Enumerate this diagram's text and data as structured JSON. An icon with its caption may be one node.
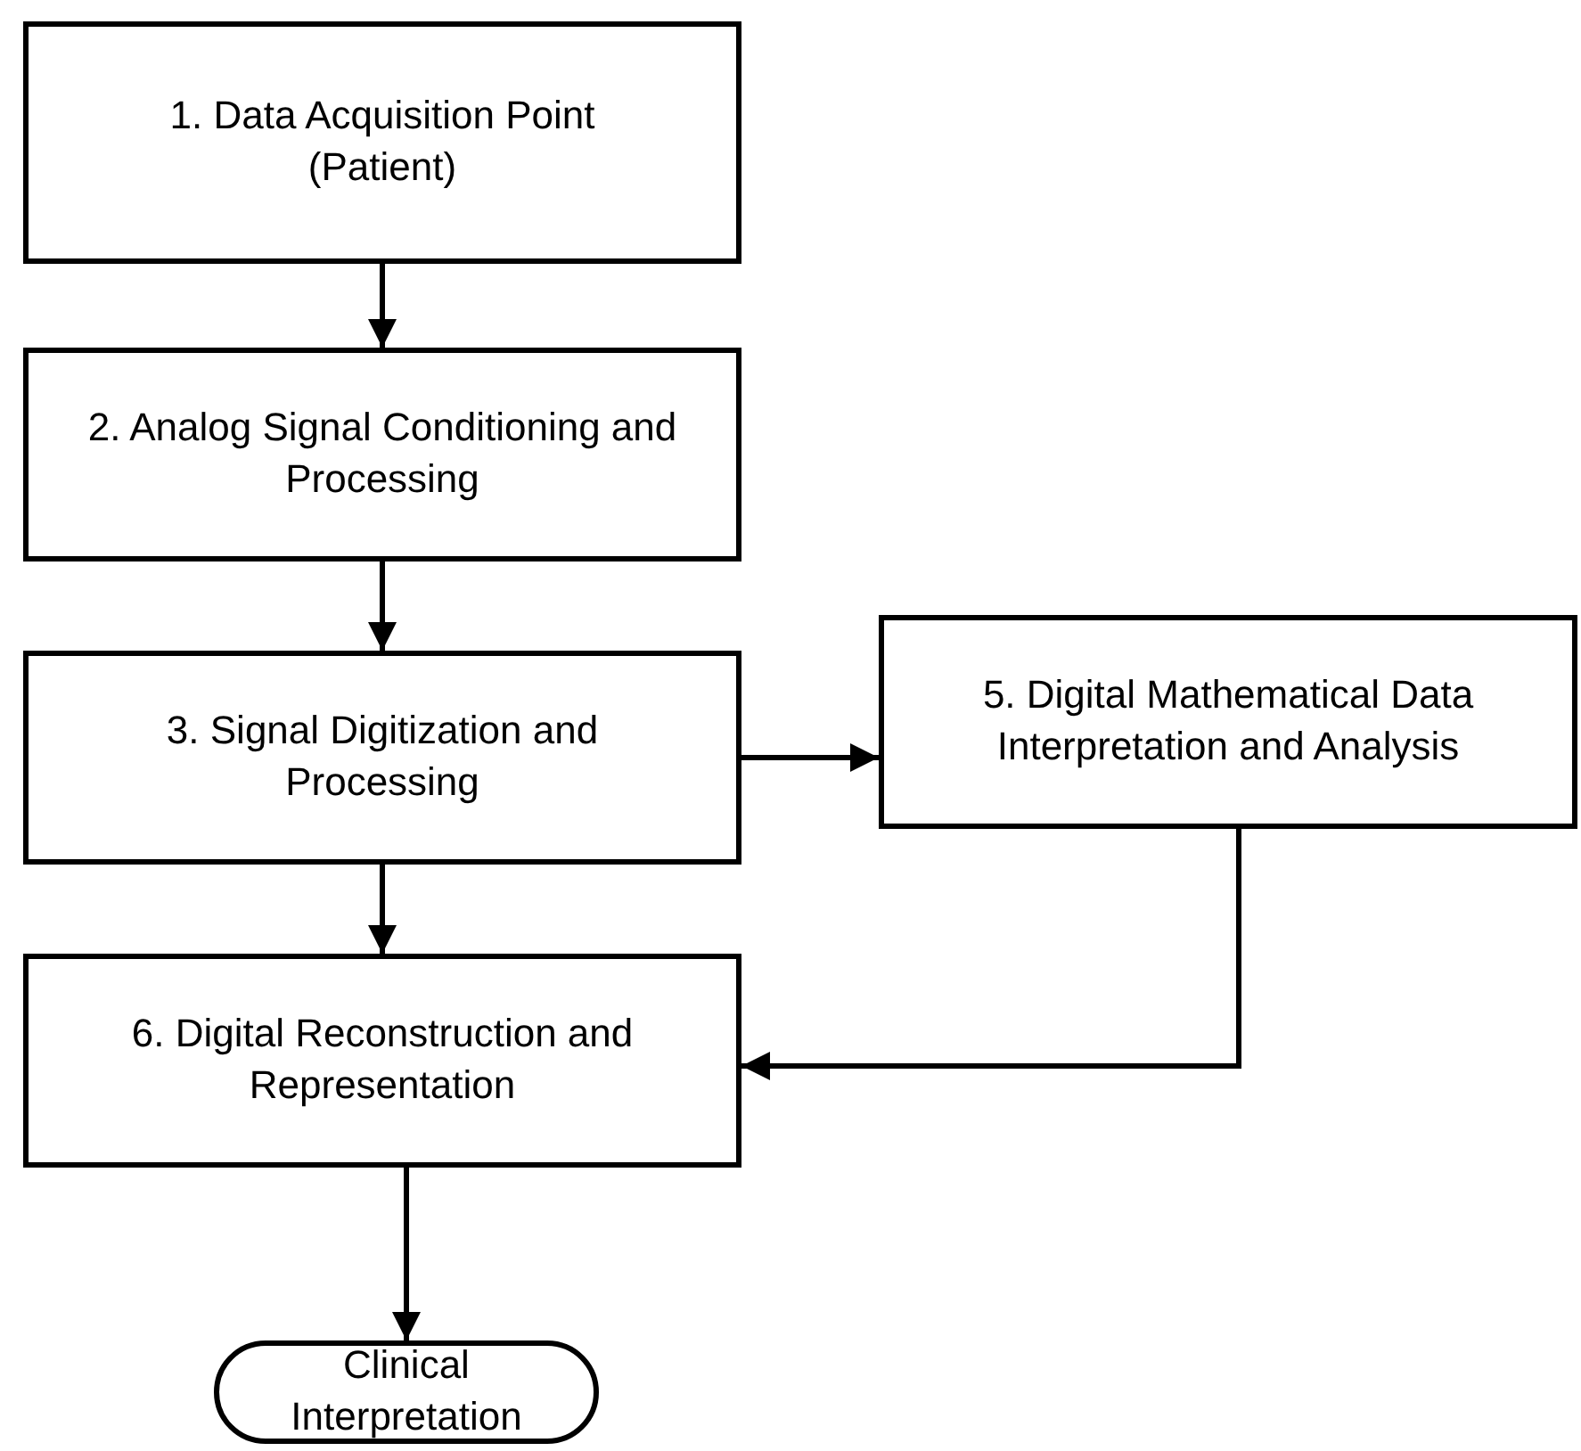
{
  "diagram": {
    "nodes": [
      {
        "text": [
          "1. Data Acquisition Point (Patient)"
        ]
      },
      {
        "text": [
          "2. Analog Signal Conditioning and Processing"
        ]
      },
      {
        "text": [
          "3. Signal Digitization and Processing"
        ]
      },
      {
        "text": [
          "5. Digital Mathematical Data Interpretation and Analysis"
        ]
      },
      {
        "text": [
          "6. Digital Reconstruction and Representation"
        ]
      },
      {
        "text": [
          "Clinical Interpretation"
        ]
      }
    ],
    "edges": [
      {
        "from": 0,
        "to": 1,
        "arrow": "to"
      },
      {
        "from": 1,
        "to": 2,
        "arrow": "to"
      },
      {
        "from": 2,
        "to": 3,
        "arrow": "to"
      },
      {
        "from": 2,
        "to": 4,
        "arrow": "to"
      },
      {
        "from": 3,
        "to": 4,
        "arrow": "to"
      },
      {
        "from": 4,
        "to": 5,
        "arrow": "to"
      }
    ]
  }
}
